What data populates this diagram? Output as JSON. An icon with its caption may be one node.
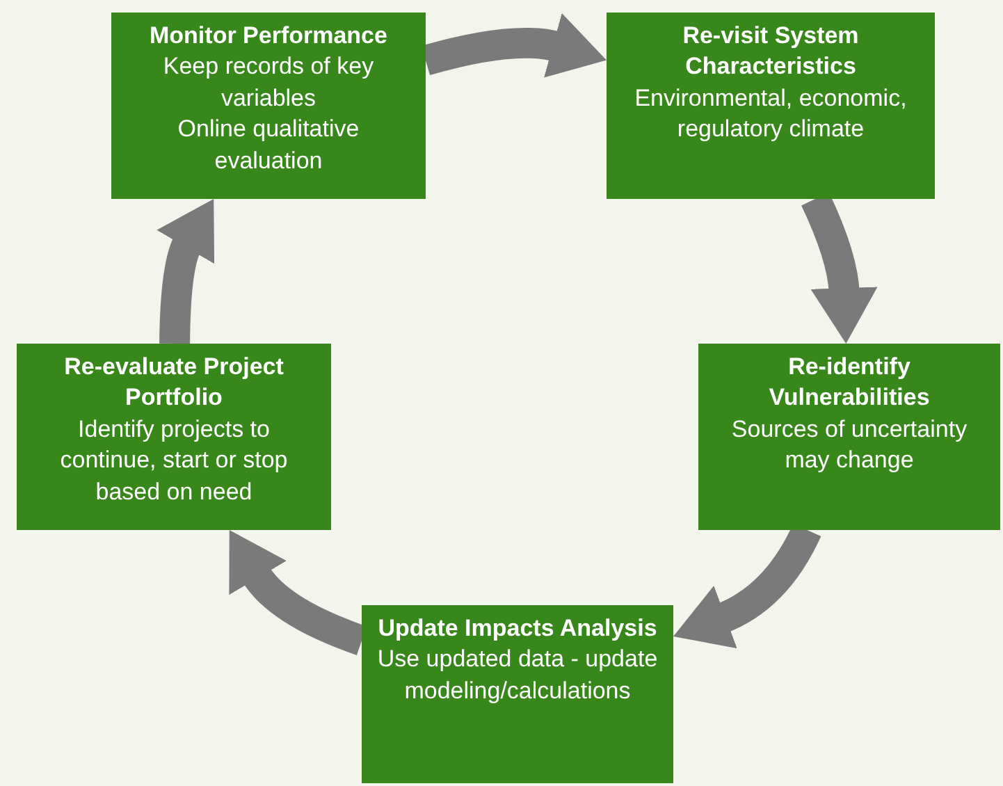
{
  "diagram": {
    "nodes": [
      {
        "text": [
          "Monitor Performance",
          "Keep records of key variables",
          "Online qualitative evaluation"
        ]
      },
      {
        "text": [
          "Re-visit System Characteristics",
          "Environmental, economic, regulatory climate"
        ]
      },
      {
        "text": [
          "Re-identify Vulnerabilities",
          "Sources of uncertainty may change"
        ]
      },
      {
        "text": [
          "Update Impacts Analysis",
          "Use updated data - update modeling/calculations"
        ]
      },
      {
        "text": [
          "Re-evaluate Project Portfolio",
          "Identify projects to continue, start or stop based on need"
        ]
      }
    ],
    "edges": [
      {
        "from": 0,
        "to": 1,
        "arrow": "to"
      },
      {
        "from": 1,
        "to": 2,
        "arrow": "to"
      },
      {
        "from": 2,
        "to": 3,
        "arrow": "to"
      },
      {
        "from": 3,
        "to": 4,
        "arrow": "to"
      },
      {
        "from": 4,
        "to": 0,
        "arrow": "to"
      }
    ]
  }
}
